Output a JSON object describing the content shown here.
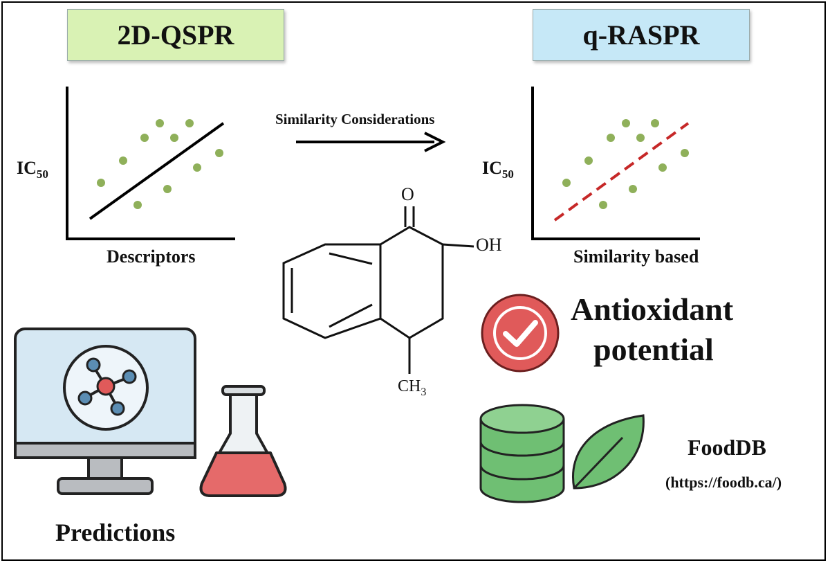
{
  "left_panel": {
    "title": "2D-QSPR",
    "title_bg": "#d9f2b4",
    "y_label_main": "IC",
    "y_label_sub": "50",
    "x_label": "Descriptors",
    "line_style": "solid"
  },
  "right_panel": {
    "title": "q-RASPR",
    "title_bg": "#c6e8f7",
    "y_label_main": "IC",
    "y_label_sub": "50",
    "x_label": "Similarity based",
    "line_style": "dashed",
    "line_color": "#c62828"
  },
  "arrow_label": "Similarity Considerations",
  "molecule": {
    "carbonyl_o": "O",
    "hydroxyl": "OH",
    "methyl_main": "CH",
    "methyl_sub": "3"
  },
  "antioxidant": {
    "line1": "Antioxidant",
    "line2": "potential",
    "icon": "check-circle-icon",
    "icon_color": "#e05a5a"
  },
  "database": {
    "name": "FoodDB",
    "url": "(https://foodb.ca/)",
    "icon": "database-leaf-icon",
    "color": "#6fbf73"
  },
  "predictions": {
    "label": "Predictions",
    "monitor_icon": "monitor-molecule-icon",
    "flask_icon": "flask-icon"
  },
  "colors": {
    "point": "#8fb05a",
    "flask_liquid": "#e56a6a",
    "screen": "#d6e8f3"
  }
}
